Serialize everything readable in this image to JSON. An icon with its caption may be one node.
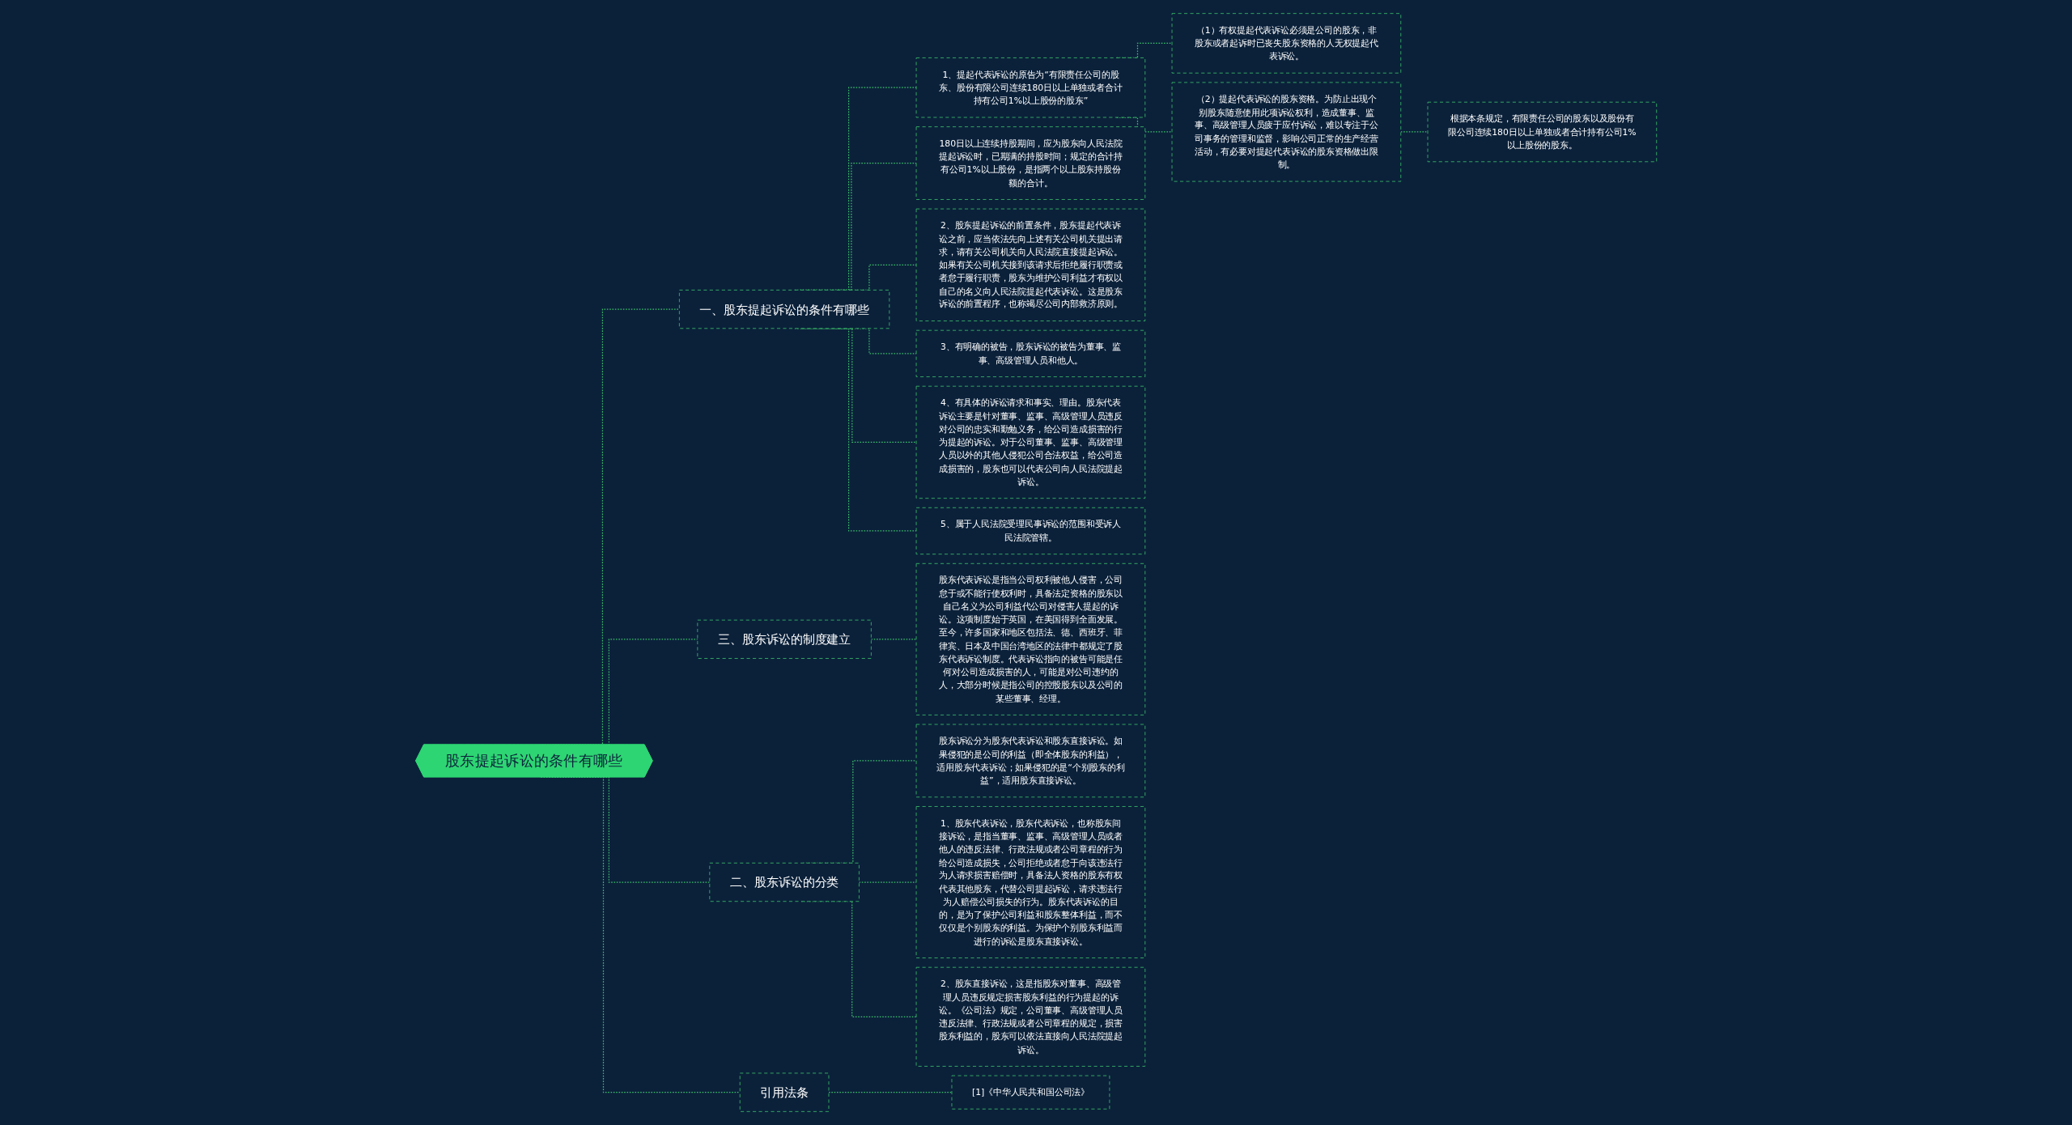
{
  "diagram": {
    "nodes": [
      {
        "text": [
          "股东提起诉讼的条件有哪些"
        ]
      },
      {
        "text": [
          "一、股东提起诉讼的条件有哪些"
        ]
      },
      {
        "text": [
          "1、提起代表诉讼的原告为“有限责任公司的股东、股份有限公司连续180日以上单独或者合计持有公司1%以上股份的股东”"
        ]
      },
      {
        "text": [
          "（1）有权提起代表诉讼必须是公司的股东，非股东或者起诉时已丧失股东资格的人无权提起代表诉讼。"
        ]
      },
      {
        "text": [
          "（2）提起代表诉讼的股东资格。为防止出现个别股东随意使用此项诉讼权利，造成董事、监事、高级管理人员疲于应付诉讼，难以专注于公司事务的管理和监督，影响公司正常的生产经营活动，有必要对提起代表诉讼的股东资格做出限制。"
        ]
      },
      {
        "text": [
          "根据本条规定，有限责任公司的股东以及股份有限公司连续180日以上单独或者合计持有公司1%以上股份的股东。"
        ]
      },
      {
        "text": [
          "180日以上连续持股期间，应为股东向人民法院提起诉讼时，已期满的持股时间；规定的合计持有公司1%以上股份，是指两个以上股东持股份额的合计。"
        ]
      },
      {
        "text": [
          "2、股东提起诉讼的前置条件，股东提起代表诉讼之前，应当依法先向上述有关公司机关提出请求，请有关公司机关向人民法院直接提起诉讼。如果有关公司机关接到该请求后拒绝履行职责或者怠于履行职责，股东为维护公司利益才有权以自己的名义向人民法院提起代表诉讼。这是股东诉讼的前置程序，也称竭尽公司内部救济原则。"
        ]
      },
      {
        "text": [
          "3、有明确的被告，股东诉讼的被告为董事、监事、高级管理人员和他人。"
        ]
      },
      {
        "text": [
          "4、有具体的诉讼请求和事实、理由。股东代表诉讼主要是针对董事、监事、高级管理人员违反对公司的忠实和勤勉义务，给公司造成损害的行为提起的诉讼。对于公司董事、监事、高级管理人员以外的其他人侵犯公司合法权益，给公司造成损害的，股东也可以代表公司向人民法院提起诉讼。"
        ]
      },
      {
        "text": [
          "5、属于人民法院受理民事诉讼的范围和受诉人民法院管辖。"
        ]
      },
      {
        "text": [
          "三、股东诉讼的制度建立"
        ]
      },
      {
        "text": [
          "股东代表诉讼是指当公司权利被他人侵害，公司怠于或不能行使权利时，具备法定资格的股东以自己名义为公司利益代公司对侵害人提起的诉讼。这项制度始于英国，在美国得到全面发展。至今，许多国家和地区包括法、德、西班牙、菲律宾、日本及中国台湾地区的法律中都规定了股东代表诉讼制度。代表诉讼指向的被告可能是任何对公司造成损害的人，可能是对公司违约的人，大部分时候是指公司的控股股东以及公司的某些董事、经理。"
        ]
      },
      {
        "text": [
          "二、股东诉讼的分类"
        ]
      },
      {
        "text": [
          "股东诉讼分为股东代表诉讼和股东直接诉讼。如果侵犯的是公司的利益（即全体股东的利益），适用股东代表诉讼；如果侵犯的是“个别股东的利益”，适用股东直接诉讼。"
        ]
      },
      {
        "text": [
          "1、股东代表诉讼，股东代表诉讼，也称股东间接诉讼，是指当董事、监事、高级管理人员或者他人的违反法律、行政法规或者公司章程的行为给公司造成损失，公司拒绝或者怠于向该违法行为人请求损害赔偿时，具备法人资格的股东有权代表其他股东，代替公司提起诉讼，请求违法行为人赔偿公司损失的行为。股东代表诉讼的目的，是为了保护公司利益和股东整体利益，而不仅仅是个别股东的利益。为保护个别股东利益而进行的诉讼是股东直接诉讼。"
        ]
      },
      {
        "text": [
          "2、股东直接诉讼，这是指股东对董事、高级管理人员违反规定损害股东利益的行为提起的诉讼。《公司法》规定，公司董事、高级管理人员违反法律、行政法规或者公司章程的规定，损害股东利益的，股东可以依法直接向人民法院提起诉讼。"
        ]
      },
      {
        "text": [
          "引用法条"
        ]
      },
      {
        "text": [
          "[1]《中华人民共和国公司法》"
        ]
      }
    ],
    "edges": [
      {
        "from": 0,
        "to": 1,
        "arrow": "none",
        "style": "dashed"
      },
      {
        "from": 1,
        "to": 2,
        "arrow": "none",
        "style": "dashed"
      },
      {
        "from": 2,
        "to": 3,
        "arrow": "none",
        "style": "dashed"
      },
      {
        "from": 2,
        "to": 4,
        "arrow": "none",
        "style": "dashed"
      },
      {
        "from": 4,
        "to": 5,
        "arrow": "none",
        "style": "dashed"
      },
      {
        "from": 1,
        "to": 6,
        "arrow": "none",
        "style": "dashed"
      },
      {
        "from": 1,
        "to": 7,
        "arrow": "none",
        "style": "dashed"
      },
      {
        "from": 1,
        "to": 8,
        "arrow": "none",
        "style": "dashed"
      },
      {
        "from": 1,
        "to": 9,
        "arrow": "none",
        "style": "dashed"
      },
      {
        "from": 1,
        "to": 10,
        "arrow": "none",
        "style": "dashed"
      },
      {
        "from": 0,
        "to": 11,
        "arrow": "none",
        "style": "dashed"
      },
      {
        "from": 11,
        "to": 12,
        "arrow": "none",
        "style": "dashed"
      },
      {
        "from": 0,
        "to": 13,
        "arrow": "none",
        "style": "dashed"
      },
      {
        "from": 13,
        "to": 14,
        "arrow": "none",
        "style": "dashed"
      },
      {
        "from": 13,
        "to": 15,
        "arrow": "none",
        "style": "dashed"
      },
      {
        "from": 13,
        "to": 16,
        "arrow": "none",
        "style": "dashed"
      },
      {
        "from": 0,
        "to": 17,
        "arrow": "none",
        "style": "dashed"
      },
      {
        "from": 17,
        "to": 18,
        "arrow": "none",
        "style": "dashed"
      }
    ]
  }
}
